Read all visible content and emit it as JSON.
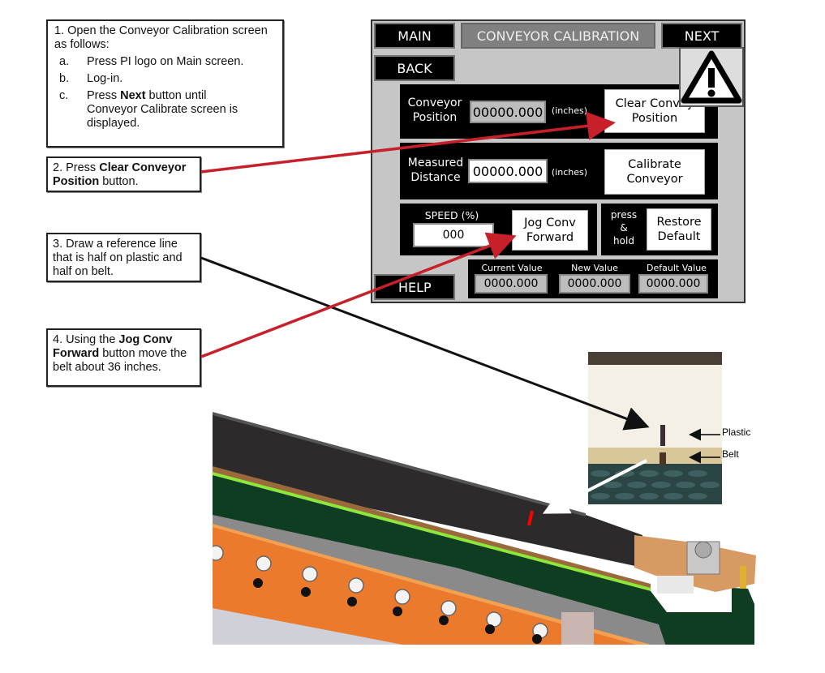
{
  "instructions": {
    "step1": {
      "lead": "1. Open the Conveyor Calibration screen as follows:",
      "a_letter": "a.",
      "a_text": "Press PI logo on Main screen.",
      "b_letter": "b.",
      "b_text": "Log-in.",
      "c_letter": "c.",
      "c_pre": "Press ",
      "c_bold": "Next",
      "c_post": " button until Conveyor Calibrate screen is displayed."
    },
    "step2": {
      "pre": "2. Press ",
      "bold": "Clear Conveyor Position",
      "post": " button."
    },
    "step3": {
      "text": "3. Draw a reference line that is half on plastic and half on belt."
    },
    "step4": {
      "pre": "4. Using the ",
      "bold": "Jog Conv Forward",
      "post": " button move the belt about 36 inches."
    }
  },
  "hmi": {
    "main_button": "MAIN",
    "title": "CONVEYOR CALIBRATION",
    "next_button": "NEXT",
    "back_button": "BACK",
    "help_button": "HELP",
    "conveyor_position_label_1": "Conveyor",
    "conveyor_position_label_2": "Position",
    "conveyor_position_value": "00000.000",
    "units_1": "(inches)",
    "clear_button_1": "Clear Convey",
    "clear_button_2": "Position",
    "measured_label_1": "Measured",
    "measured_label_2": "Distance",
    "measured_value": "00000.000",
    "units_2": "(inches)",
    "calibrate_button_1": "Calibrate",
    "calibrate_button_2": "Conveyor",
    "speed_label": "SPEED (%)",
    "speed_value": "000",
    "jog_button_1": "Jog Conv",
    "jog_button_2": "Forward",
    "press_hold_1": "press",
    "press_hold_2": "&",
    "press_hold_3": "hold",
    "restore_button_1": "Restore",
    "restore_button_2": "Default",
    "current_value_label": "Current Value",
    "current_value": "0000.000",
    "new_value_label": "New Value",
    "new_value": "0000.000",
    "default_value_label": "Default Value",
    "default_value": "0000.000"
  },
  "photo_labels": {
    "plastic": "Plastic",
    "belt": "Belt"
  },
  "colors": {
    "arrow_red": "#c8202a",
    "belt_green": "#0e3d22",
    "frame_orange": "#ec7a2c",
    "highlight_green": "#8ee83a"
  }
}
